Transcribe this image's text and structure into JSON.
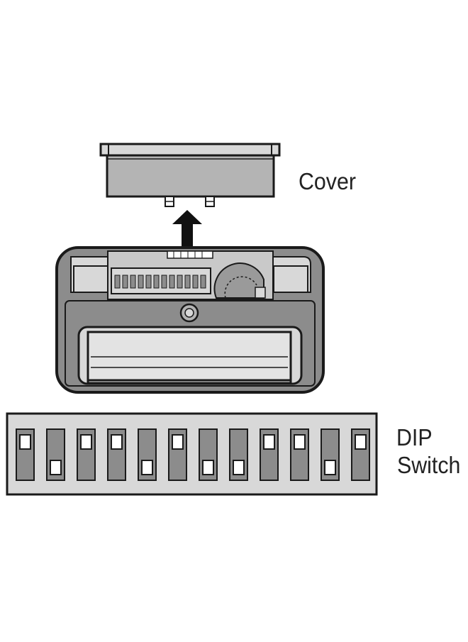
{
  "labels": {
    "cover": "Cover",
    "dip_line1": "DIP",
    "dip_line2": "Switch"
  },
  "dip_switch": {
    "positions": [
      "up",
      "down",
      "up",
      "up",
      "down",
      "up",
      "down",
      "down",
      "up",
      "up",
      "down",
      "up"
    ]
  },
  "colors": {
    "outline": "#1a1a1a",
    "body_fill": "#8c8c8c",
    "light_fill": "#d8d8d8",
    "mid_fill": "#b4b4b4",
    "toggle_fill": "#ffffff",
    "arrow": "#111111"
  }
}
